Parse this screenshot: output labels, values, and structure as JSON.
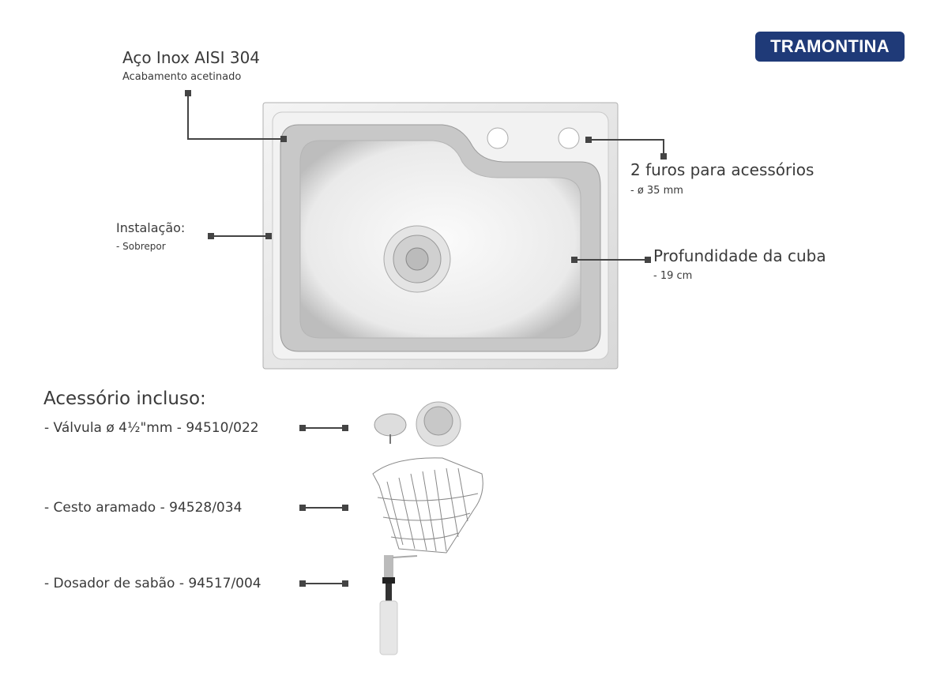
{
  "brand": {
    "logo": "TRAMONTINA",
    "color": "#1f3a78"
  },
  "callouts": {
    "material": {
      "title": "Aço Inox AISI 304",
      "sub": "Acabamento acetinado"
    },
    "installation": {
      "title": "Instalação:",
      "sub": "- Sobrepor"
    },
    "holes": {
      "title": "2 furos para acessórios",
      "sub": "- ø 35 mm"
    },
    "depth": {
      "title": "Profundidade da cuba",
      "sub": "- 19 cm"
    }
  },
  "accessories": {
    "heading": "Acessório incluso:",
    "items": [
      {
        "label": "- Válvula ø 4½\"mm - 94510/022"
      },
      {
        "label": "- Cesto aramado - 94528/034"
      },
      {
        "label": "- Dosador de sabão - 94517/004"
      }
    ]
  }
}
